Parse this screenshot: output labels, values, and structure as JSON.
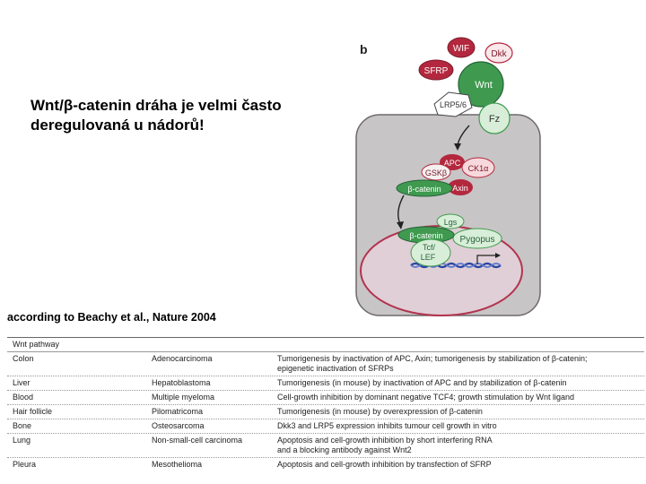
{
  "heading": [
    "Wnt/β-catenin dráha je velmi často",
    "deregulovaná u nádorů!"
  ],
  "citation": "according to Beachy et al., Nature 2004",
  "diagram": {
    "panel_label": "b",
    "labels": {
      "wif": "WIF",
      "dkk": "Dkk",
      "sfrp": "SFRP",
      "wnt": "Wnt",
      "lrp": "LRP5/6",
      "fz": "Fz",
      "apc": "APC",
      "gsk": "GSKβ",
      "ck1": "CK1α",
      "bcat_cyto": "β-catenin",
      "axin": "Axin",
      "lgs": "Lgs",
      "bcat_nuc": "β-catenin",
      "pygopus": "Pygopus",
      "tcf": "Tcf/",
      "lef": "LEF"
    },
    "colors": {
      "cell": "#c8c5c6",
      "nucleus": "#e0cfd6",
      "wnt_green": "#3f9a4f",
      "red": "#b3283e",
      "light_green": "#d8eed8",
      "dna": "#2a45a0"
    }
  },
  "table": {
    "title": "Wnt pathway",
    "rows": [
      {
        "tissue": "Colon",
        "tumor": "Adenocarcinoma",
        "mech": [
          "Tumorigenesis by inactivation of APC, Axin; tumorigenesis by stabilization of β-catenin;",
          "epigenetic inactivation of SFRPs"
        ]
      },
      {
        "tissue": "Liver",
        "tumor": "Hepatoblastoma",
        "mech": [
          "Tumorigenesis (in mouse) by inactivation of APC and by stabilization of β-catenin"
        ]
      },
      {
        "tissue": "Blood",
        "tumor": "Multiple myeloma",
        "mech": [
          "Cell-growth inhibition by dominant negative TCF4; growth stimulation by Wnt ligand"
        ]
      },
      {
        "tissue": "Hair follicle",
        "tumor": "Pilomatricoma",
        "mech": [
          "Tumorigenesis (in mouse) by overexpression of β-catenin"
        ]
      },
      {
        "tissue": "Bone",
        "tumor": "Osteosarcoma",
        "mech": [
          "Dkk3 and LRP5 expression inhibits tumour cell growth in vitro"
        ]
      },
      {
        "tissue": "Lung",
        "tumor": "Non-small-cell carcinoma",
        "mech": [
          "Apoptosis and cell-growth inhibition by short interfering RNA",
          "and a blocking antibody against Wnt2"
        ]
      },
      {
        "tissue": "Pleura",
        "tumor": "Mesothelioma",
        "mech": [
          "Apoptosis and cell-growth inhibition by transfection of SFRP"
        ]
      }
    ]
  }
}
